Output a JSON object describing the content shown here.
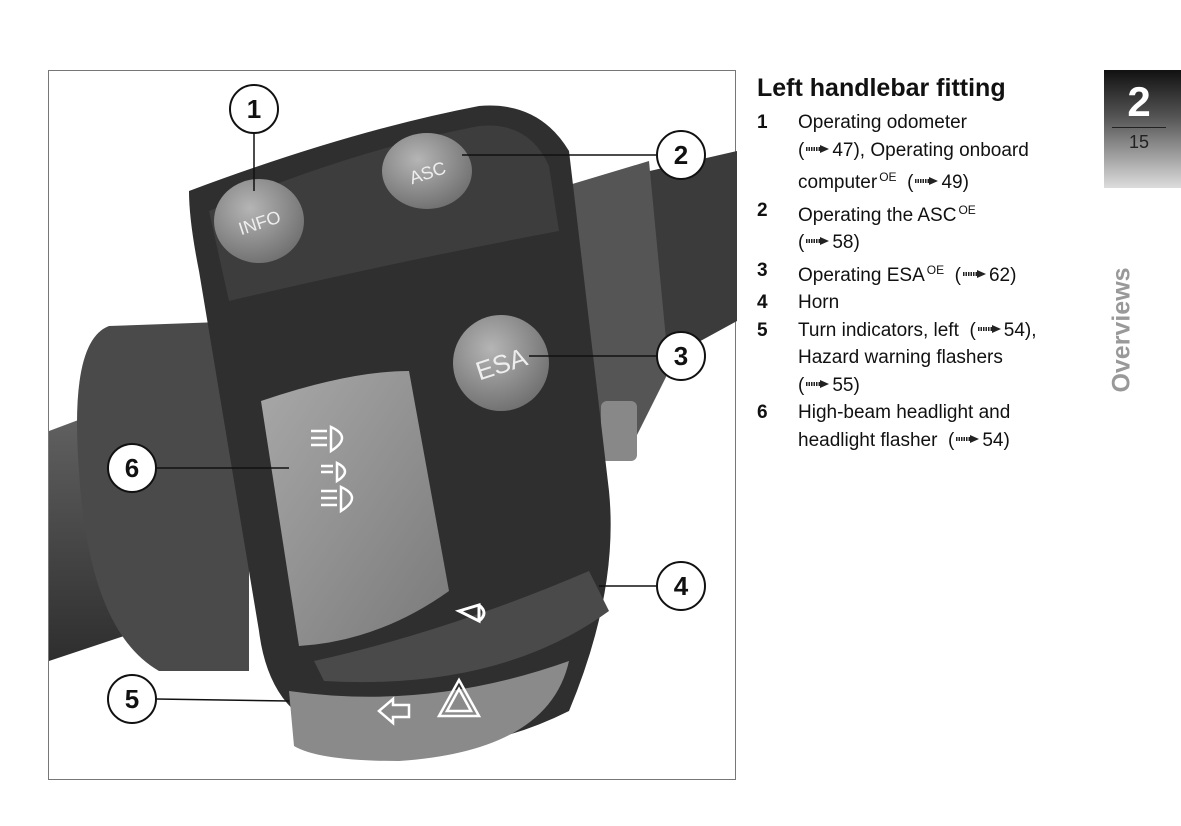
{
  "title": "Left handlebar fitting",
  "callouts": [
    "1",
    "2",
    "3",
    "4",
    "5",
    "6"
  ],
  "buttons": {
    "info": "INFO",
    "asc": "ASC",
    "esa": "ESA"
  },
  "items": [
    {
      "num": "1",
      "l1": "Operating odometer",
      "r1": "47",
      "l2b": ", Operating onboard",
      "l3": "computer",
      "sup": "OE",
      "r2": "49"
    },
    {
      "num": "2",
      "l1": "Operating the ASC",
      "sup": "OE",
      "r1": "58"
    },
    {
      "num": "3",
      "l1": "Operating ESA",
      "sup": "OE",
      "r1": "62"
    },
    {
      "num": "4",
      "l1": "Horn"
    },
    {
      "num": "5",
      "l1": "Turn indicators, left",
      "r1": "54",
      "l2": "Hazard warning flashers",
      "r2": "55"
    },
    {
      "num": "6",
      "l1": "High-beam headlight and",
      "l2": "headlight flasher",
      "r1": "54"
    }
  ],
  "tab": {
    "chapter": "2",
    "page": "15",
    "section": "Overviews"
  }
}
